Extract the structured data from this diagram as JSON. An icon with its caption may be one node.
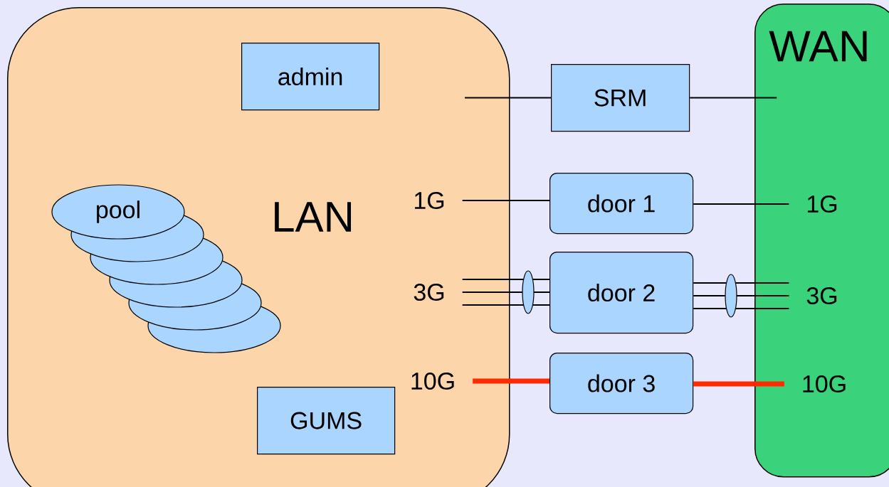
{
  "diagram": {
    "nodes": [
      {
        "text": [
          "LAN"
        ]
      },
      {
        "text": [
          "admin"
        ],
        "in": 0
      },
      {
        "text": [
          "pool"
        ],
        "in": 0
      },
      {
        "text": [
          "1G"
        ],
        "in": 0
      },
      {
        "text": [
          "3G"
        ],
        "in": 0
      },
      {
        "text": [
          "10G"
        ],
        "in": 0
      },
      {
        "text": [
          "GUMS"
        ],
        "in": 0
      },
      {
        "text": [
          "SRM"
        ]
      },
      {
        "text": [
          "door 1"
        ]
      },
      {
        "text": [
          "door 2"
        ]
      },
      {
        "text": [
          "door 3"
        ]
      },
      {
        "text": [
          "WAN"
        ]
      },
      {
        "text": [
          "1G"
        ],
        "in": 11
      },
      {
        "text": [
          "3G"
        ],
        "in": 11
      },
      {
        "text": [
          "10G"
        ],
        "in": 11
      }
    ],
    "edges": [
      {
        "from": null,
        "to": 7,
        "arrow": "none"
      },
      {
        "from": 7,
        "to": 11,
        "arrow": "none"
      },
      {
        "from": 3,
        "to": 8,
        "arrow": "none"
      },
      {
        "from": 8,
        "to": 12,
        "arrow": "none"
      },
      {
        "from": 4,
        "to": 9,
        "arrow": "none"
      },
      {
        "from": 4,
        "to": 9,
        "arrow": "none"
      },
      {
        "from": 4,
        "to": 9,
        "arrow": "none"
      },
      {
        "from": 9,
        "to": 13,
        "arrow": "none"
      },
      {
        "from": 9,
        "to": 13,
        "arrow": "none"
      },
      {
        "from": 9,
        "to": 13,
        "arrow": "none"
      },
      {
        "from": 5,
        "to": 10,
        "arrow": "none",
        "style": "thick",
        "color": "#ff2a00"
      },
      {
        "from": 10,
        "to": 14,
        "arrow": "none",
        "style": "thick",
        "color": "#ff2a00"
      }
    ]
  }
}
